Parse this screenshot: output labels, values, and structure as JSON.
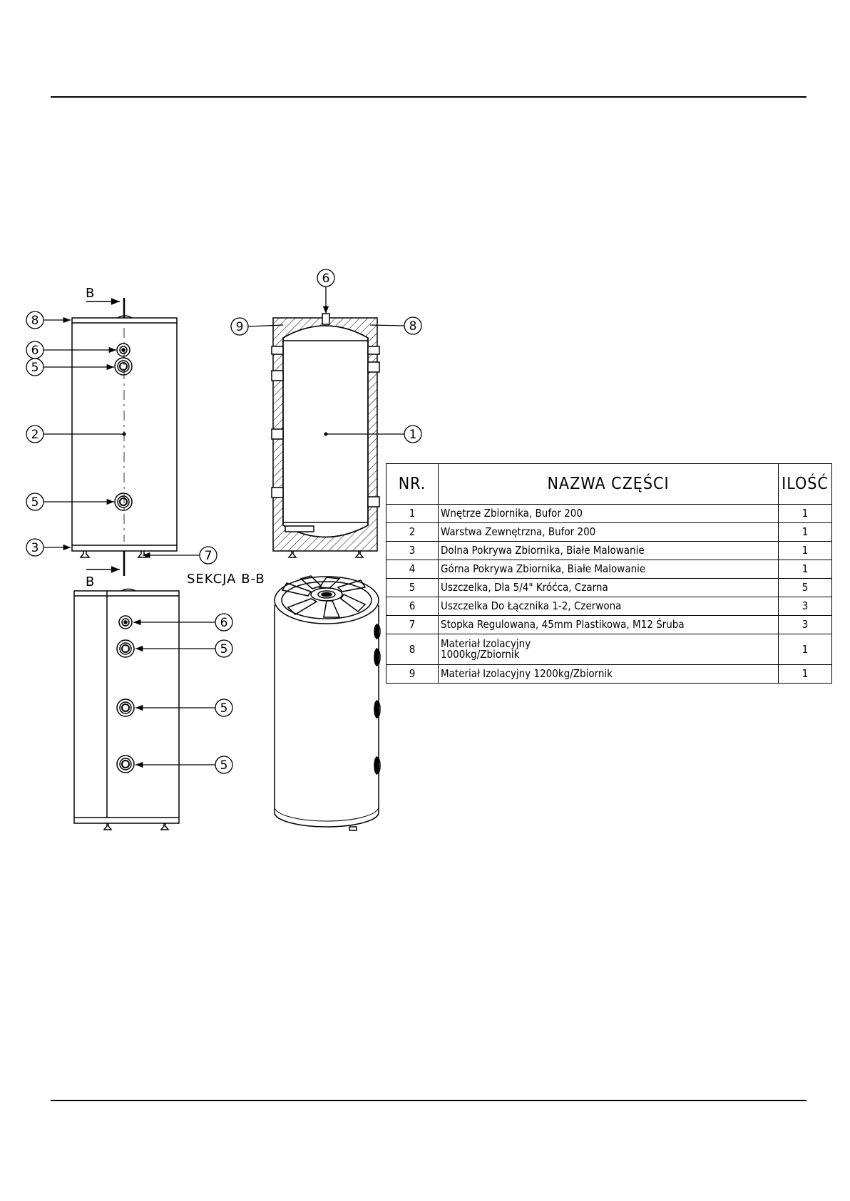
{
  "section_label": "SEKCJA B-B",
  "section_marker": "B",
  "callouts": {
    "front": [
      "8",
      "6",
      "5",
      "2",
      "5",
      "3",
      "7"
    ],
    "section": [
      "6",
      "9",
      "8",
      "1"
    ],
    "side": [
      "6",
      "5",
      "5",
      "5"
    ]
  },
  "parts_table": {
    "headers": {
      "nr": "NR.",
      "name": "NAZWA CZĘŚCI",
      "qty": "ILOŚĆ"
    },
    "rows": [
      {
        "nr": "1",
        "name": "Wnętrze Zbiornika, Bufor 200",
        "qty": "1"
      },
      {
        "nr": "2",
        "name": "Warstwa Zewnętrzna, Bufor 200",
        "qty": "1"
      },
      {
        "nr": "3",
        "name": "Dolna Pokrywa Zbiornika, Białe Malowanie",
        "qty": "1"
      },
      {
        "nr": "4",
        "name": "Górna Pokrywa Zbiornika, Białe Malowanie",
        "qty": "1"
      },
      {
        "nr": "5",
        "name": "Uszczelka, Dla 5/4\" Króćca, Czarna",
        "qty": "5"
      },
      {
        "nr": "6",
        "name": "Uszczelka Do Łącznika 1-2, Czerwona",
        "qty": "3"
      },
      {
        "nr": "7",
        "name": "Stopka Regulowana, 45mm Plastikowa, M12 Śruba",
        "qty": "3"
      },
      {
        "nr": "8",
        "name": "Materiał Izolacyjny\n1000kg/Zbiornik",
        "qty": "1"
      },
      {
        "nr": "9",
        "name": "Materiał Izolacyjny 1200kg/Zbiornik",
        "qty": "1"
      }
    ]
  }
}
